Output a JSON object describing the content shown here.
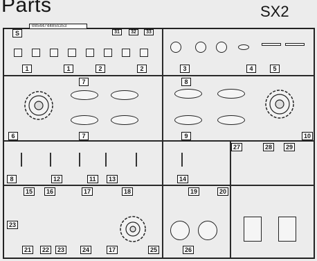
{
  "header": {
    "title": "Parts",
    "sheet_code": "SX2"
  },
  "sprue": {
    "code_strip": "08544/4405S353",
    "labels": {
      "s": "S",
      "n1a": "1",
      "n1b": "1",
      "n2a": "2",
      "n2b": "2",
      "n3": "3",
      "n4": "4",
      "n5": "5",
      "n6": "6",
      "n7a": "7",
      "n7b": "7",
      "n8a": "8",
      "n8b": "8",
      "n9": "9",
      "n10": "10",
      "n11": "11",
      "n12": "12",
      "n13": "13",
      "n14": "14",
      "n15": "15",
      "n16": "16",
      "n17a": "17",
      "n17b": "17",
      "n18": "18",
      "n19": "19",
      "n20": "20",
      "n21": "21",
      "n22": "22",
      "n23a": "23",
      "n23b": "23",
      "n24": "24",
      "n25": "25",
      "n26": "26",
      "n27": "27",
      "n28": "28",
      "n29": "29",
      "t31": "31",
      "t32": "32",
      "t33": "33"
    }
  }
}
